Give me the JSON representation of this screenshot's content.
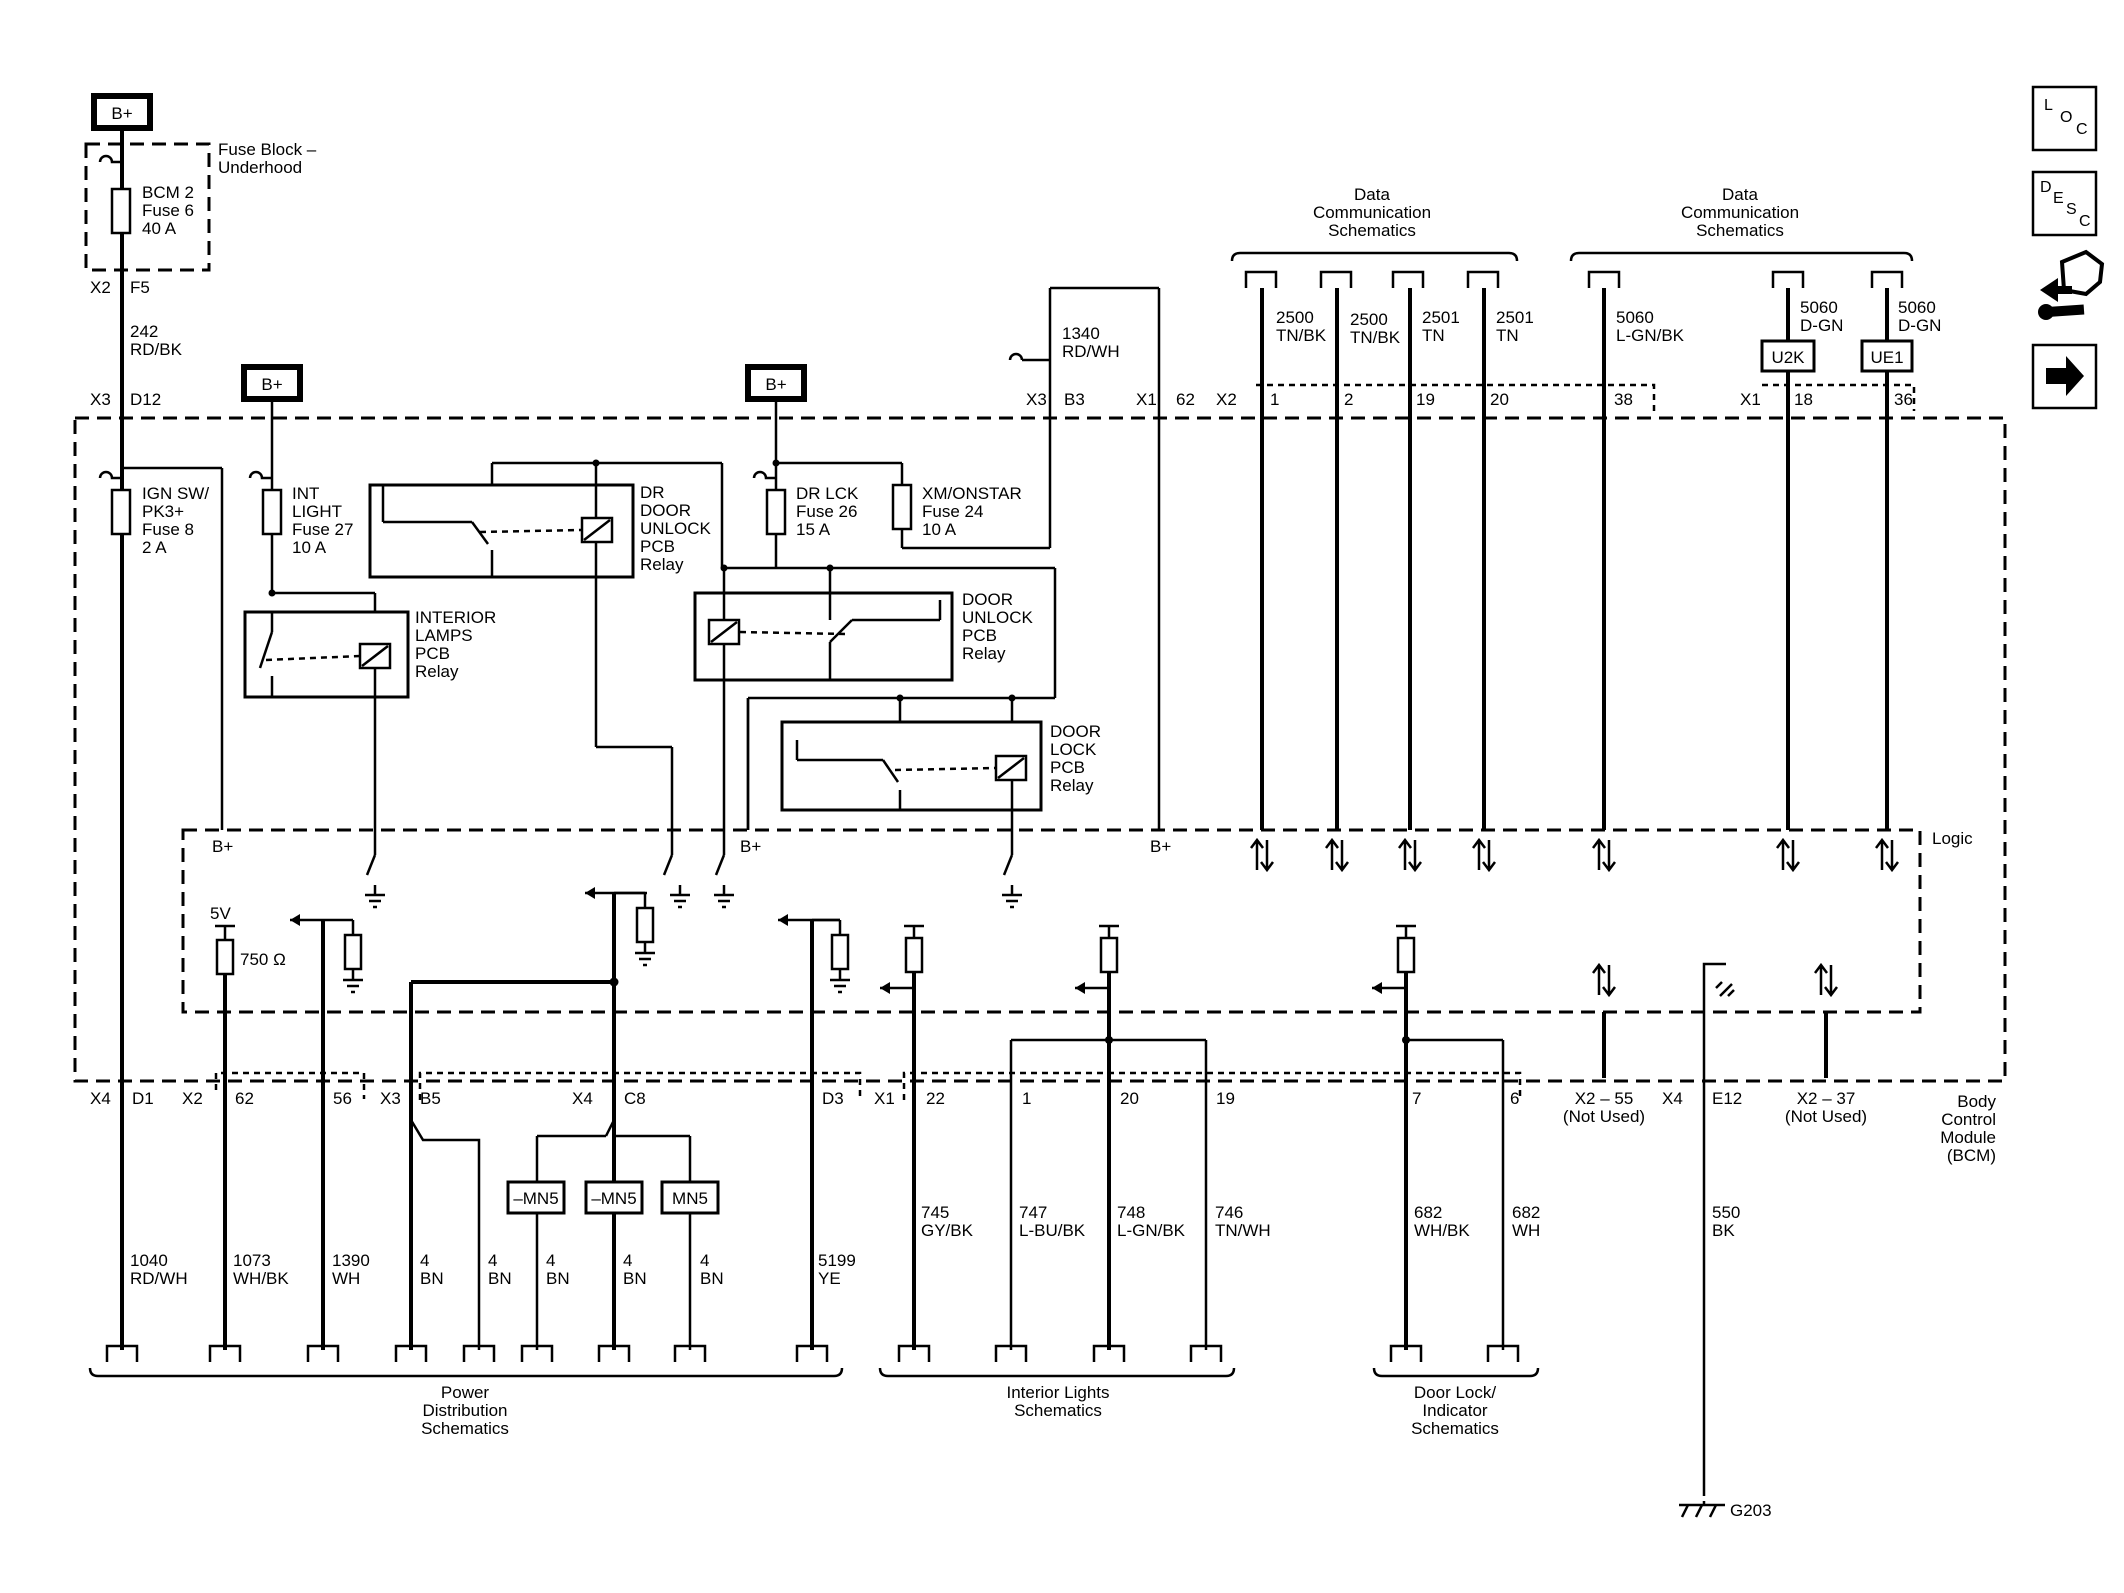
{
  "supply": {
    "b_plus": "B+"
  },
  "fuse_block": {
    "title_1": "Fuse Block –",
    "title_2": "Underhood",
    "fuse": [
      "BCM 2",
      "Fuse 6",
      "40 A"
    ]
  },
  "bcm": {
    "name": [
      "Body",
      "Control",
      "Module",
      "(BCM)"
    ],
    "logic": "Logic",
    "fuses": [
      {
        "id": "ign",
        "lines": [
          "IGN SW/",
          "PK3+",
          "Fuse 8",
          "2 A"
        ]
      },
      {
        "id": "int",
        "lines": [
          "INT",
          "LIGHT",
          "Fuse 27",
          "10 A"
        ]
      },
      {
        "id": "drlck",
        "lines": [
          "DR LCK",
          "Fuse 26",
          "15 A"
        ]
      },
      {
        "id": "xm",
        "lines": [
          "XM/ONSTAR",
          "Fuse 24",
          "10 A"
        ]
      }
    ],
    "relays": [
      {
        "id": "dr_door_unlock",
        "lines": [
          "DR",
          "DOOR",
          "UNLOCK",
          "PCB",
          "Relay"
        ]
      },
      {
        "id": "interior_lamps",
        "lines": [
          "INTERIOR",
          "LAMPS",
          "PCB",
          "Relay"
        ]
      },
      {
        "id": "door_unlock",
        "lines": [
          "DOOR",
          "UNLOCK",
          "PCB",
          "Relay"
        ]
      },
      {
        "id": "door_lock",
        "lines": [
          "DOOR",
          "LOCK",
          "PCB",
          "Relay"
        ]
      }
    ],
    "logic_labels": {
      "bplus": "B+",
      "five_v": "5V",
      "resistor": "750 Ω"
    }
  },
  "connectors_top": {
    "x2": "X2",
    "f5": "F5",
    "x3": "X3",
    "d12": "D12",
    "b3": "B3",
    "x1": "X1",
    "p62": "62",
    "x2b": "X2",
    "p1": "1",
    "p2": "2",
    "p19": "19",
    "p20": "20",
    "p38": "38",
    "x1b": "X1",
    "p18": "18",
    "p36": "36"
  },
  "top_wires": [
    {
      "circuit": "242",
      "color": "RD/BK"
    },
    {
      "circuit": "1340",
      "color": "RD/WH"
    },
    {
      "circuit": "2500",
      "color": "TN/BK"
    },
    {
      "circuit": "2500",
      "color": "TN/BK"
    },
    {
      "circuit": "2501",
      "color": "TN"
    },
    {
      "circuit": "2501",
      "color": "TN"
    },
    {
      "circuit": "5060",
      "color": "L-GN/BK"
    },
    {
      "circuit": "5060",
      "color": "D-GN"
    },
    {
      "circuit": "5060",
      "color": "D-GN"
    }
  ],
  "modules": {
    "u2k": "U2K",
    "ue1": "UE1"
  },
  "groups_top": [
    {
      "lines": [
        "Data",
        "Communication",
        "Schematics"
      ]
    },
    {
      "lines": [
        "Data",
        "Communication",
        "Schematics"
      ]
    }
  ],
  "connectors_bottom": {
    "x4": "X4",
    "d1": "D1",
    "x2": "X2",
    "p62": "62",
    "p56": "56",
    "x3": "X3",
    "b5": "B5",
    "x4b": "X4",
    "c8": "C8",
    "d3": "D3",
    "x1": "X1",
    "p22": "22",
    "p1": "1",
    "p20": "20",
    "p19": "19",
    "p7": "7",
    "p6": "6",
    "x2_55": "X2 – 55",
    "x2_37": "X2 – 37",
    "not_used": "(Not Used)",
    "x4c": "X4",
    "e12": "E12"
  },
  "splices": {
    "a": "–MN5",
    "b": "–MN5",
    "c": "MN5"
  },
  "bottom_wires": [
    {
      "circuit": "1040",
      "color": "RD/WH"
    },
    {
      "circuit": "1073",
      "color": "WH/BK"
    },
    {
      "circuit": "1390",
      "color": "WH"
    },
    {
      "circuit": "4",
      "color": "BN"
    },
    {
      "circuit": "4",
      "color": "BN"
    },
    {
      "circuit": "4",
      "color": "BN"
    },
    {
      "circuit": "4",
      "color": "BN"
    },
    {
      "circuit": "4",
      "color": "BN"
    },
    {
      "circuit": "5199",
      "color": "YE"
    },
    {
      "circuit": "745",
      "color": "GY/BK"
    },
    {
      "circuit": "747",
      "color": "L-BU/BK"
    },
    {
      "circuit": "748",
      "color": "L-GN/BK"
    },
    {
      "circuit": "746",
      "color": "TN/WH"
    },
    {
      "circuit": "682",
      "color": "WH/BK"
    },
    {
      "circuit": "682",
      "color": "WH"
    },
    {
      "circuit": "550",
      "color": "BK"
    }
  ],
  "groups_bottom": [
    {
      "lines": [
        "Power",
        "Distribution",
        "Schematics"
      ]
    },
    {
      "lines": [
        "Interior Lights",
        "Schematics"
      ]
    },
    {
      "lines": [
        "Door Lock/",
        "Indicator",
        "Schematics"
      ]
    }
  ],
  "ground": {
    "label": "G203"
  },
  "nav": {
    "loc": [
      "L",
      "O",
      "C"
    ],
    "desc": [
      "D",
      "E",
      "S",
      "C"
    ]
  }
}
